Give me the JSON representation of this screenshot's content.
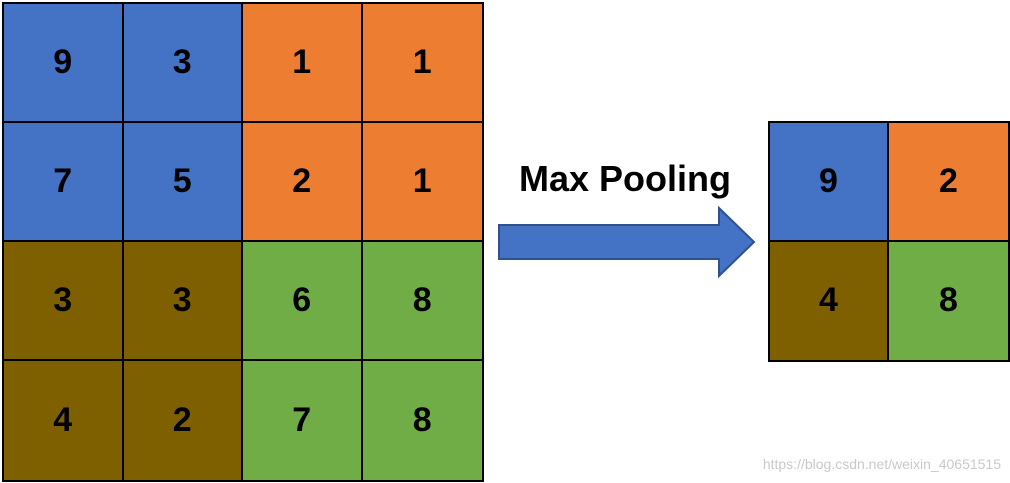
{
  "colors": {
    "blue": "#4472c4",
    "orange": "#ed7d31",
    "olive": "#7f6000",
    "green": "#70ad47",
    "arrow_fill": "#4472c4",
    "arrow_stroke": "#2f528f"
  },
  "input_matrix": {
    "cells": [
      {
        "value": "9",
        "color": "#4472c4"
      },
      {
        "value": "3",
        "color": "#4472c4"
      },
      {
        "value": "1",
        "color": "#ed7d31"
      },
      {
        "value": "1",
        "color": "#ed7d31"
      },
      {
        "value": "7",
        "color": "#4472c4"
      },
      {
        "value": "5",
        "color": "#4472c4"
      },
      {
        "value": "2",
        "color": "#ed7d31"
      },
      {
        "value": "1",
        "color": "#ed7d31"
      },
      {
        "value": "3",
        "color": "#7f6000"
      },
      {
        "value": "3",
        "color": "#7f6000"
      },
      {
        "value": "6",
        "color": "#70ad47"
      },
      {
        "value": "8",
        "color": "#70ad47"
      },
      {
        "value": "4",
        "color": "#7f6000"
      },
      {
        "value": "2",
        "color": "#7f6000"
      },
      {
        "value": "7",
        "color": "#70ad47"
      },
      {
        "value": "8",
        "color": "#70ad47"
      }
    ]
  },
  "operation": {
    "label": "Max Pooling",
    "arrow_icon": "right-arrow-icon"
  },
  "output_matrix": {
    "cells": [
      {
        "value": "9",
        "color": "#4472c4"
      },
      {
        "value": "2",
        "color": "#ed7d31"
      },
      {
        "value": "4",
        "color": "#7f6000"
      },
      {
        "value": "8",
        "color": "#70ad47"
      }
    ]
  },
  "watermark": "https://blog.csdn.net/weixin_40651515"
}
